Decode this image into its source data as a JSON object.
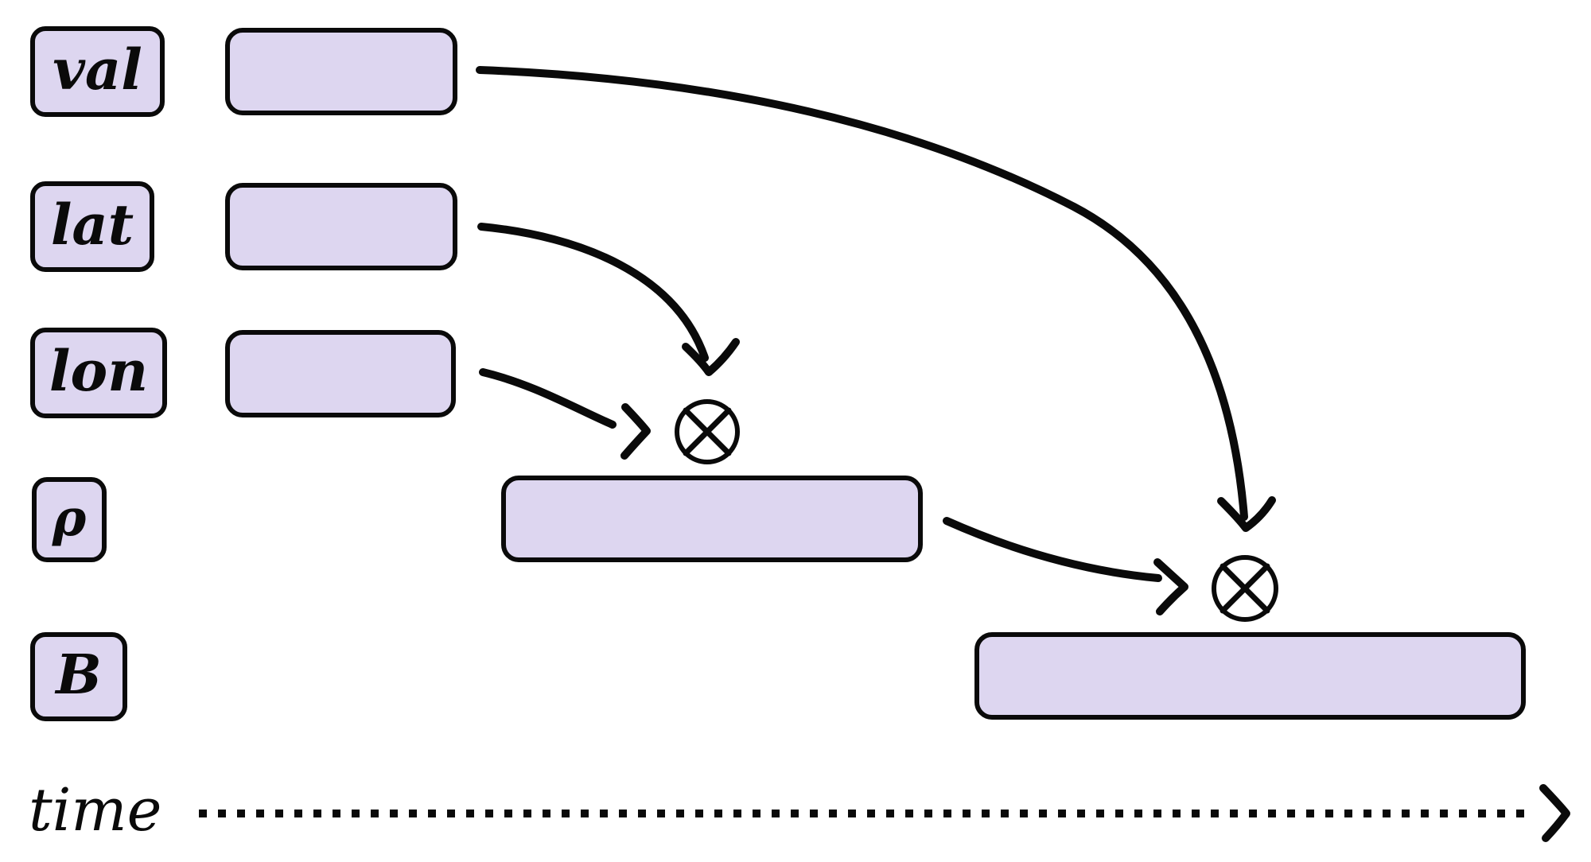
{
  "figure": {
    "background_color": "#ffffff",
    "box_fill_color": "#ddd6f0",
    "line_color": "#0a0a0a",
    "variables": [
      {
        "id": "val",
        "label": "val"
      },
      {
        "id": "lat",
        "label": "lat"
      },
      {
        "id": "lon",
        "label": "lon"
      },
      {
        "id": "rho",
        "label": "ρ"
      },
      {
        "id": "b",
        "label": "B"
      }
    ],
    "operators": [
      {
        "id": "join-1",
        "symbol": "⊗"
      },
      {
        "id": "join-2",
        "symbol": "⊗"
      }
    ],
    "axis": {
      "label": "time"
    }
  }
}
